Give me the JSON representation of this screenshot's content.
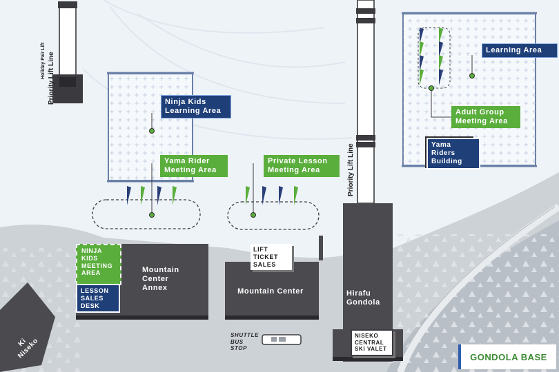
{
  "map": {
    "lifts": {
      "holiday_pair": {
        "name": "Holiday Pair Lift",
        "line": "Priority Lift Line"
      },
      "gondola_line": "Priority Lift Line"
    },
    "areas": {
      "ninja_learning": "Ninja Kids Learning Area",
      "yama_rider_meeting": "Yama Rider Meeting Area",
      "private_lesson_meeting": "Private Lesson Meeting Area",
      "learning_area": "Learning Area",
      "adult_group_meeting": "Adult Group Meeting Area",
      "yama_riders_building": "Yama Riders Building"
    },
    "buildings": {
      "ninja_kids_meeting": "NINJA KIDS MEETING AREA",
      "lesson_sales": "LESSON SALES DESK",
      "annex": "Mountain Center Annex",
      "lift_ticket_sales": "LIFT TICKET SALES",
      "mountain_center": "Mountain Center",
      "gondola": "Hirafu Gondola",
      "ski_valet": "NISEKO CENTRAL SKI VALET",
      "ki_niseko": "Ki Niseko",
      "shuttle_stop": "SHUTTLE BUS STOP"
    },
    "legend": "GONDOLA BASE",
    "colors": {
      "building": "#4a4a4f",
      "green_label": "#5aae3c",
      "blue_label": "#1f3f78",
      "snow": "#eef3f8",
      "road": "#cfd3d8",
      "legend_text": "#3c8a34"
    }
  }
}
